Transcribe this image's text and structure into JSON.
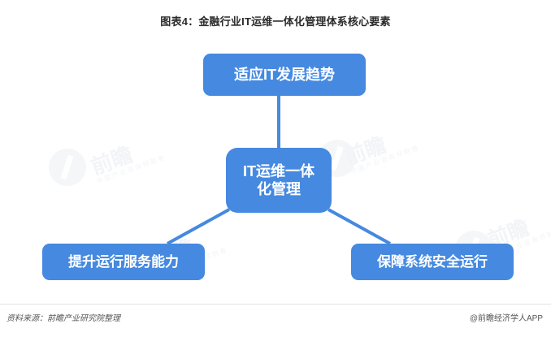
{
  "chart_data": {
    "type": "diagram",
    "title": "图表4：金融行业IT运维一体化管理体系核心要素",
    "center": {
      "id": "center",
      "label": "IT运维一体化管理",
      "line1": "IT运维一体",
      "line2": "化管理"
    },
    "nodes": [
      {
        "id": "top",
        "label": "适应IT发展趋势",
        "position": "top"
      },
      {
        "id": "bottom-left",
        "label": "提升运行服务能力",
        "position": "bottom-left"
      },
      {
        "id": "bottom-right",
        "label": "保障系统安全运行",
        "position": "bottom-right"
      }
    ],
    "edges": [
      {
        "from": "center",
        "to": "top"
      },
      {
        "from": "center",
        "to": "bottom-left"
      },
      {
        "from": "center",
        "to": "bottom-right"
      }
    ],
    "colors": {
      "node_fill": "#4589e0",
      "node_text": "#ffffff",
      "connector": "#4589e0",
      "watermark": "#f2f4f7"
    }
  },
  "footer": {
    "source": "资料来源：前瞻产业研究院整理",
    "brand": "@前瞻经济学人APP"
  },
  "watermark": {
    "text": "前瞻",
    "subtext": "中国产业咨询领跑者"
  }
}
